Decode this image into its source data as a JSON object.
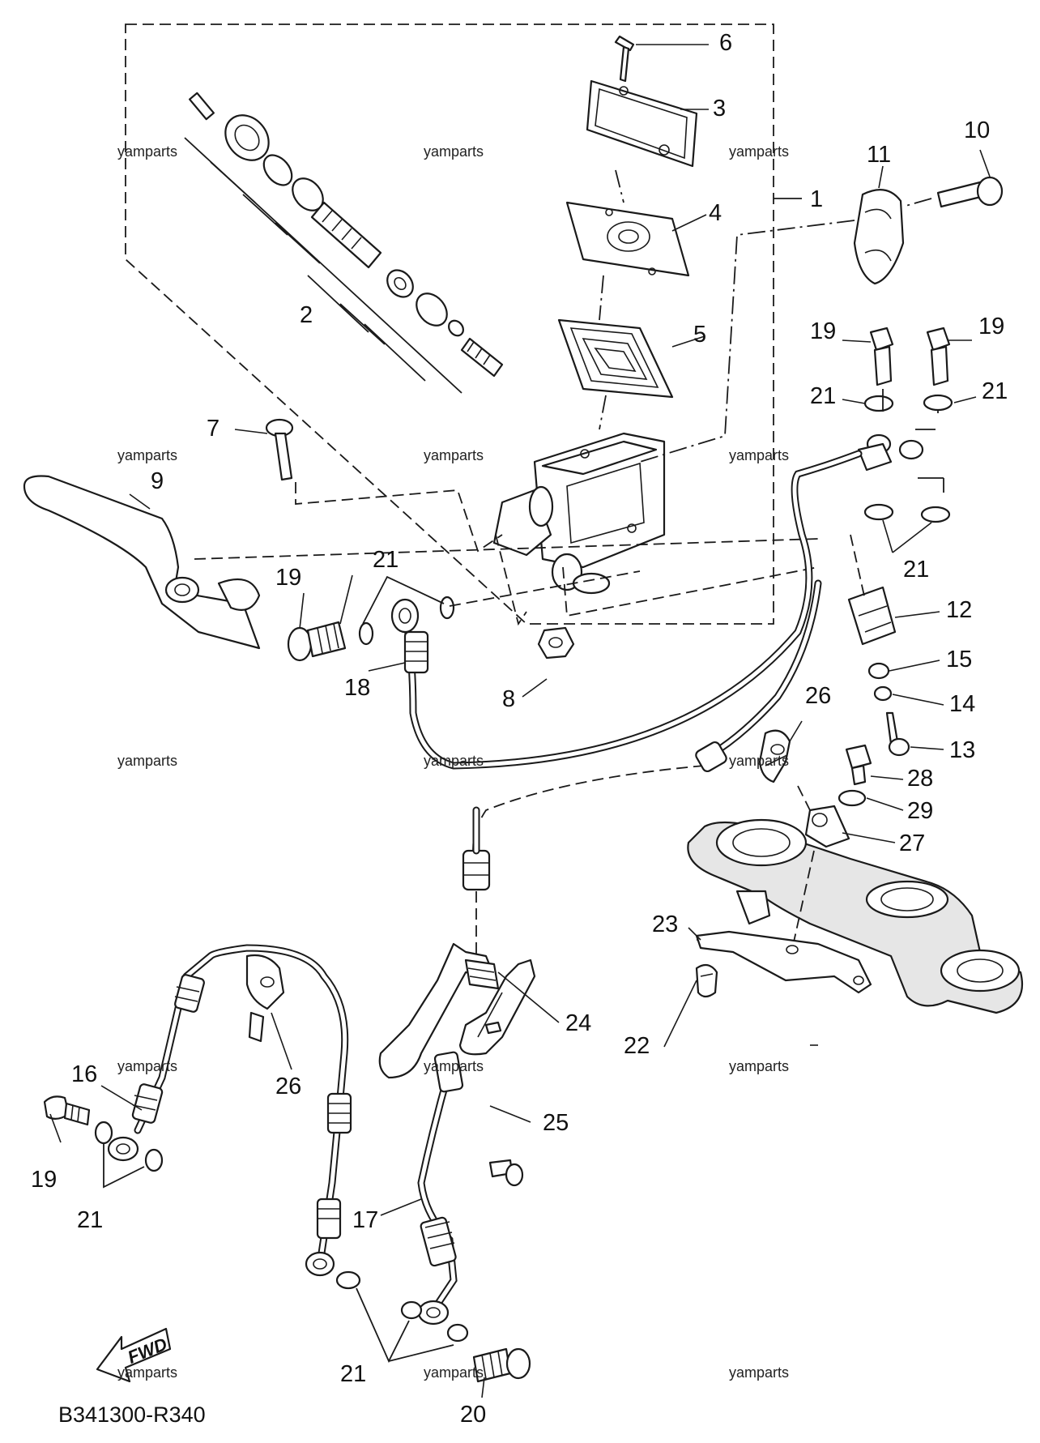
{
  "figure_code": "B341300-R340",
  "watermark": "yamparts",
  "fwd_label": "FWD",
  "callouts": {
    "c1": "1",
    "c2": "2",
    "c3": "3",
    "c4": "4",
    "c5": "5",
    "c6": "6",
    "c7": "7",
    "c8": "8",
    "c9": "9",
    "c10": "10",
    "c11": "11",
    "c12": "12",
    "c13": "13",
    "c14": "14",
    "c15": "15",
    "c16": "16",
    "c17": "17",
    "c18": "18",
    "c19a": "19",
    "c19b": "19",
    "c19c": "19",
    "c19d": "19",
    "c20": "20",
    "c21a": "21",
    "c21b": "21",
    "c21c": "21",
    "c21d": "21",
    "c21e": "21",
    "c21f": "21",
    "c22": "22",
    "c23": "23",
    "c24": "24",
    "c25": "25",
    "c26a": "26",
    "c26b": "26",
    "c27": "27",
    "c28": "28",
    "c29": "29"
  }
}
